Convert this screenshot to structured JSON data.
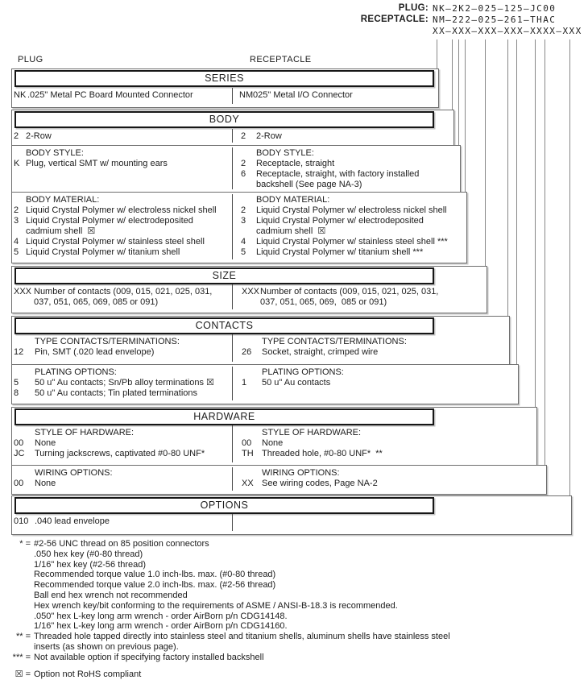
{
  "header": {
    "plug_label": "PLUG:",
    "plug_value": "NK–2K2–025–125–JC00",
    "receptacle_label": "RECEPTACLE:",
    "receptacle_value": "NM–222–025–261–THAC",
    "code_mask": "XX–XXX–XXX–XXX–XXXX–XXX"
  },
  "column_labels": {
    "left": "PLUG",
    "right": "RECEPTACLE"
  },
  "sections": [
    {
      "id": "series",
      "title": "SERIES",
      "rows": [
        {
          "left": {
            "items": [
              {
                "code": "NK",
                "lines": [
                  ".025\" Metal PC Board Mounted Connector"
                ]
              }
            ]
          },
          "right": {
            "items": [
              {
                "code": "NM",
                "lines": [
                  ".025\" Metal I/O Connector"
                ]
              }
            ]
          }
        }
      ]
    },
    {
      "id": "body",
      "title": "BODY",
      "rows": [
        {
          "left": {
            "items": [
              {
                "code": "2",
                "lines": [
                  "2-Row"
                ]
              }
            ]
          },
          "right": {
            "items": [
              {
                "code": "2",
                "lines": [
                  "2-Row"
                ]
              }
            ]
          }
        },
        {
          "left": {
            "label": "BODY STYLE:",
            "items": [
              {
                "code": "K",
                "lines": [
                  "Plug, vertical SMT w/ mounting ears"
                ]
              }
            ]
          },
          "right": {
            "label": "BODY STYLE:",
            "items": [
              {
                "code": "2",
                "lines": [
                  "Receptacle, straight"
                ]
              },
              {
                "code": "6",
                "lines": [
                  "Receptacle, straight, with factory installed",
                  "backshell (See page NA-3)"
                ]
              }
            ]
          }
        },
        {
          "left": {
            "label": "BODY MATERIAL:",
            "items": [
              {
                "code": "2",
                "lines": [
                  "Liquid Crystal Polymer w/ electroless nickel shell"
                ]
              },
              {
                "code": "3",
                "lines": [
                  "Liquid Crystal Polymer w/ electrodeposited",
                  "cadmium shell  ☒"
                ]
              },
              {
                "code": "4",
                "lines": [
                  "Liquid Crystal Polymer w/ stainless steel shell"
                ]
              },
              {
                "code": "5",
                "lines": [
                  "Liquid Crystal Polymer w/ titanium shell"
                ]
              }
            ]
          },
          "right": {
            "label": "BODY MATERIAL:",
            "items": [
              {
                "code": "2",
                "lines": [
                  "Liquid Crystal Polymer w/ electroless nickel shell"
                ]
              },
              {
                "code": "3",
                "lines": [
                  "Liquid Crystal Polymer w/ electrodeposited",
                  "cadmium shell  ☒"
                ]
              },
              {
                "code": "4",
                "lines": [
                  "Liquid Crystal Polymer w/ stainless steel shell ***"
                ]
              },
              {
                "code": "5",
                "lines": [
                  "Liquid Crystal Polymer w/ titanium shell ***"
                ]
              }
            ]
          }
        }
      ]
    },
    {
      "id": "size",
      "title": "SIZE",
      "rows": [
        {
          "left": {
            "items": [
              {
                "code": "XXX",
                "lines": [
                  "Number of contacts (009, 015, 021, 025, 031,",
                  "037, 051, 065, 069, 085 or 091)"
                ]
              }
            ]
          },
          "right": {
            "items": [
              {
                "code": "XXX",
                "lines": [
                  "Number of contacts (009, 015, 021, 025, 031,",
                  "037, 051, 065, 069,  085 or 091)"
                ]
              }
            ]
          }
        }
      ]
    },
    {
      "id": "contacts",
      "title": "CONTACTS",
      "rows": [
        {
          "left": {
            "label": "TYPE CONTACTS/TERMINATIONS:",
            "items": [
              {
                "code": "12",
                "lines": [
                  "Pin, SMT (.020 lead envelope)"
                ]
              }
            ]
          },
          "right": {
            "label": "TYPE CONTACTS/TERMINATIONS:",
            "items": [
              {
                "code": "26",
                "lines": [
                  "Socket, straight, crimped wire"
                ]
              }
            ]
          }
        },
        {
          "left": {
            "label": "PLATING OPTIONS:",
            "items": [
              {
                "code": "5",
                "lines": [
                  "50 u\" Au contacts; Sn/Pb alloy terminations ☒"
                ]
              },
              {
                "code": "8",
                "lines": [
                  "50 u\" Au contacts; Tin plated terminations"
                ]
              }
            ]
          },
          "right": {
            "label": "PLATING OPTIONS:",
            "items": [
              {
                "code": "1",
                "lines": [
                  "50 u\" Au contacts"
                ]
              }
            ]
          }
        }
      ]
    },
    {
      "id": "hardware",
      "title": "HARDWARE",
      "rows": [
        {
          "left": {
            "label": "STYLE OF HARDWARE:",
            "items": [
              {
                "code": "00",
                "lines": [
                  "None"
                ]
              },
              {
                "code": "JC",
                "lines": [
                  "Turning jackscrews, captivated #0-80 UNF*"
                ]
              }
            ]
          },
          "right": {
            "label": "STYLE OF HARDWARE:",
            "items": [
              {
                "code": "00",
                "lines": [
                  "None"
                ]
              },
              {
                "code": "TH",
                "lines": [
                  "Threaded hole, #0-80 UNF*  **"
                ]
              }
            ]
          }
        },
        {
          "left": {
            "label": "WIRING OPTIONS:",
            "items": [
              {
                "code": "00",
                "lines": [
                  "None"
                ]
              }
            ]
          },
          "right": {
            "label": "WIRING OPTIONS:",
            "items": [
              {
                "code": "XX",
                "lines": [
                  "See wiring codes, Page NA-2"
                ]
              }
            ]
          }
        }
      ]
    },
    {
      "id": "options",
      "title": "OPTIONS",
      "rows": [
        {
          "left": {
            "items": [
              {
                "code": "010",
                "lines": [
                  ".040 lead envelope"
                ]
              }
            ]
          },
          "right": {
            "items": []
          }
        }
      ]
    }
  ],
  "footnotes": [
    {
      "marker": "* =",
      "lines": [
        "#2-56 UNC thread on 85 position connectors",
        ".050 hex key (#0-80 thread)",
        "1/16\" hex key (#2-56 thread)",
        "Recommended torque value 1.0 inch-lbs. max. (#0-80 thread)",
        "Recommended torque value 2.0 inch-lbs. max. (#2-56 thread)",
        "Ball end hex wrench not recommended",
        "Hex wrench key/bit conforming to the requirements of ASME / ANSI-B-18.3 is recommended.",
        ".050\" hex L-key long arm wrench - order AirBorn p/n CDG14148.",
        "1/16\" hex L-key long arm wrench - order AirBorn p/n CDG14160."
      ]
    },
    {
      "marker": "** =",
      "lines": [
        "Threaded hole tapped directly into stainless steel and titanium shells, aluminum shells have stainless steel",
        "inserts (as shown on previous page)."
      ]
    },
    {
      "marker": "*** =",
      "lines": [
        "Not available option if specifying factory installed backshell"
      ]
    },
    {
      "marker": "☒ =",
      "gap_before": true,
      "lines": [
        "Option not RoHS compliant"
      ]
    }
  ]
}
